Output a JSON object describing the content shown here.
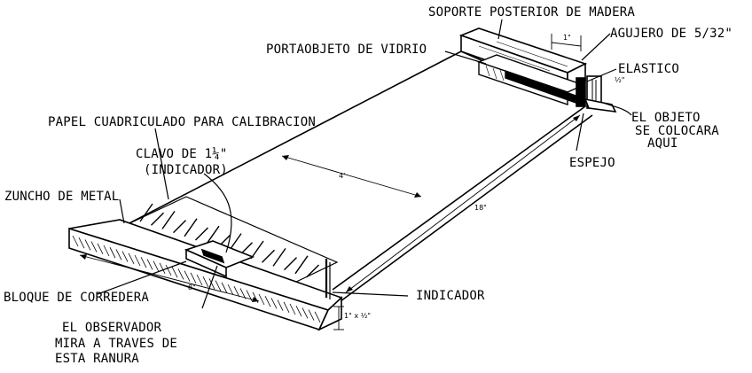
{
  "labels": {
    "soporte": "SOPORTE POSTERIOR DE MADERA",
    "agujero": "AGUJERO DE 5/32\"",
    "portaobjeto": "PORTAOBJETO DE VIDRIO",
    "elastico": "ELASTICO",
    "objeto_1": "EL OBJETO",
    "objeto_2": "SE COLOCARA",
    "objeto_3": "AQUI",
    "papel": "PAPEL CUADRICULADO PARA CALIBRACION",
    "clavo_1": "CLAVO DE 1¼\"",
    "clavo_2": "(INDICADOR)",
    "espejo": "ESPEJO",
    "zuncho": "ZUNCHO DE METAL",
    "bloque": "BLOQUE DE CORREDERA",
    "indicador": "INDICADOR",
    "observador_1": "EL OBSERVADOR",
    "observador_2": "MIRA A TRAVES DE",
    "observador_3": "ESTA RANURA"
  },
  "dimensions": {
    "d_1in": "1\"",
    "d_4ft": "4'",
    "d_length": "18\"",
    "d_8in": "8\"",
    "d_half_right": "½\"",
    "d_bottom": "1\" x ½\""
  }
}
